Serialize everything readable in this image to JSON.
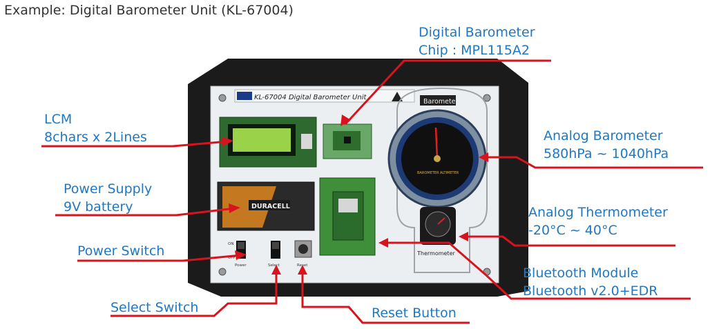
{
  "caption": "Example: Digital Barometer Unit (KL-67004)",
  "board": {
    "title": "KL-67004 Digital Barometer Unit",
    "gauge_label": "Barometer",
    "gauge_face_text": "BAROMETER ALTIMETER",
    "thermo_label": "Thermometer",
    "battery_brand": "DURACELL",
    "switch_on": "ON",
    "switch_off": "OFF",
    "switch1_caption": "Power",
    "switch2_caption": "Select",
    "button_caption": "Reset"
  },
  "labels": {
    "digital_barometer": [
      "Digital Barometer",
      "Chip : MPL115A2"
    ],
    "lcm": [
      "LCM",
      "8chars  x  2Lines"
    ],
    "power_supply": [
      "Power Supply",
      "9V battery"
    ],
    "power_switch": [
      "Power Switch"
    ],
    "select_switch": [
      "Select Switch"
    ],
    "reset_button": [
      "Reset Button"
    ],
    "analog_barometer": [
      "Analog Barometer",
      "580hPa ~ 1040hPa"
    ],
    "analog_thermometer": [
      "Analog Thermometer",
      "-20°C ~ 40°C"
    ],
    "bluetooth": [
      "Bluetooth Module",
      "Bluetooth v2.0+EDR"
    ]
  },
  "colors": {
    "callout_line": "#d7141e",
    "label_text": "#1f78c0",
    "caption_text": "#333333",
    "board_frame": "#1a1a1a",
    "panel": "#e9ecef",
    "pcb_green": "#3f8f3a"
  }
}
